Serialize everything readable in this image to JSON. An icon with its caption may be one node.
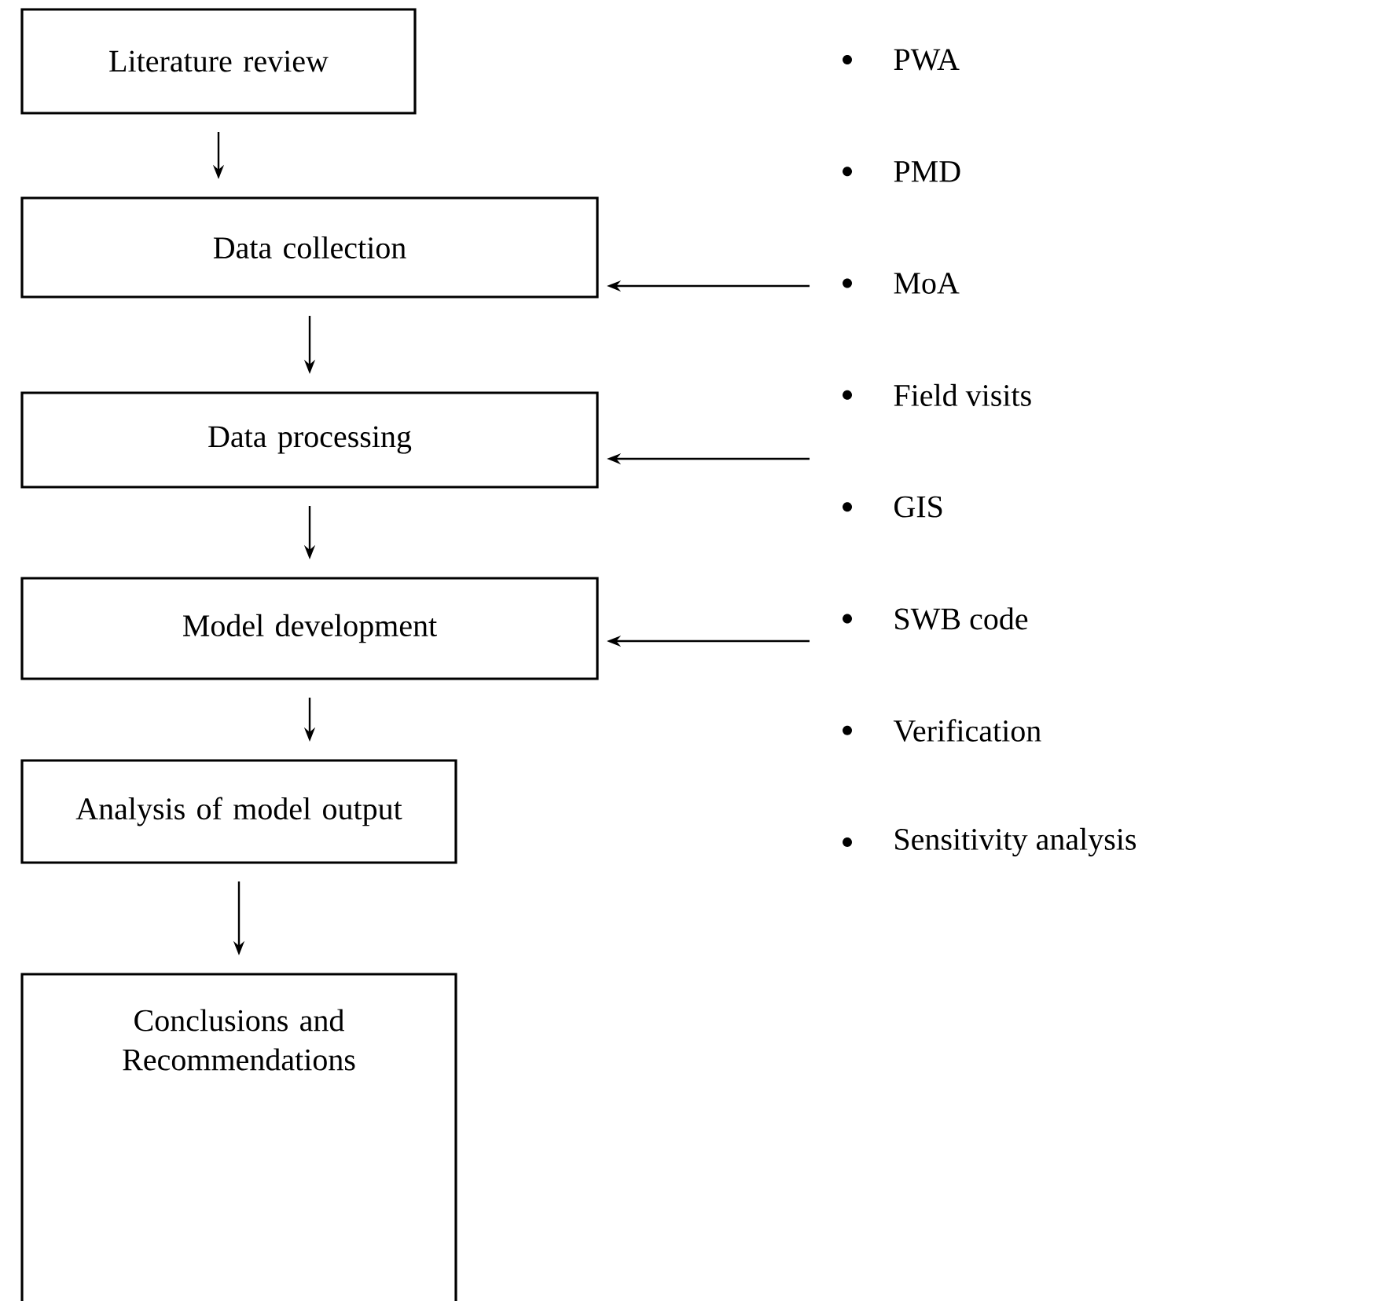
{
  "diagram": {
    "nodes": [
      {
        "text": [
          "Literature review"
        ]
      },
      {
        "text": [
          "Data collection"
        ]
      },
      {
        "text": [
          "Data processing"
        ]
      },
      {
        "text": [
          "Model development"
        ]
      },
      {
        "text": [
          "Analysis of model output"
        ]
      },
      {
        "text": [
          "Conclusions and Recommendations"
        ]
      }
    ],
    "edges": [
      {
        "from": 0,
        "to": 1,
        "arrow": "to"
      },
      {
        "from": 1,
        "to": 2,
        "arrow": "to"
      },
      {
        "from": 2,
        "to": 3,
        "arrow": "to"
      },
      {
        "from": 3,
        "to": 4,
        "arrow": "to"
      },
      {
        "from": 4,
        "to": 5,
        "arrow": "to"
      },
      {
        "from": null,
        "to": 1,
        "arrow": "to"
      },
      {
        "from": null,
        "to": 2,
        "arrow": "to"
      },
      {
        "from": null,
        "to": 3,
        "arrow": "to"
      }
    ],
    "labels": [
      "PWA",
      "PMD",
      "MoA",
      "Field visits",
      "GIS",
      "SWB code",
      "Verification",
      "Sensitivity analysis"
    ]
  }
}
